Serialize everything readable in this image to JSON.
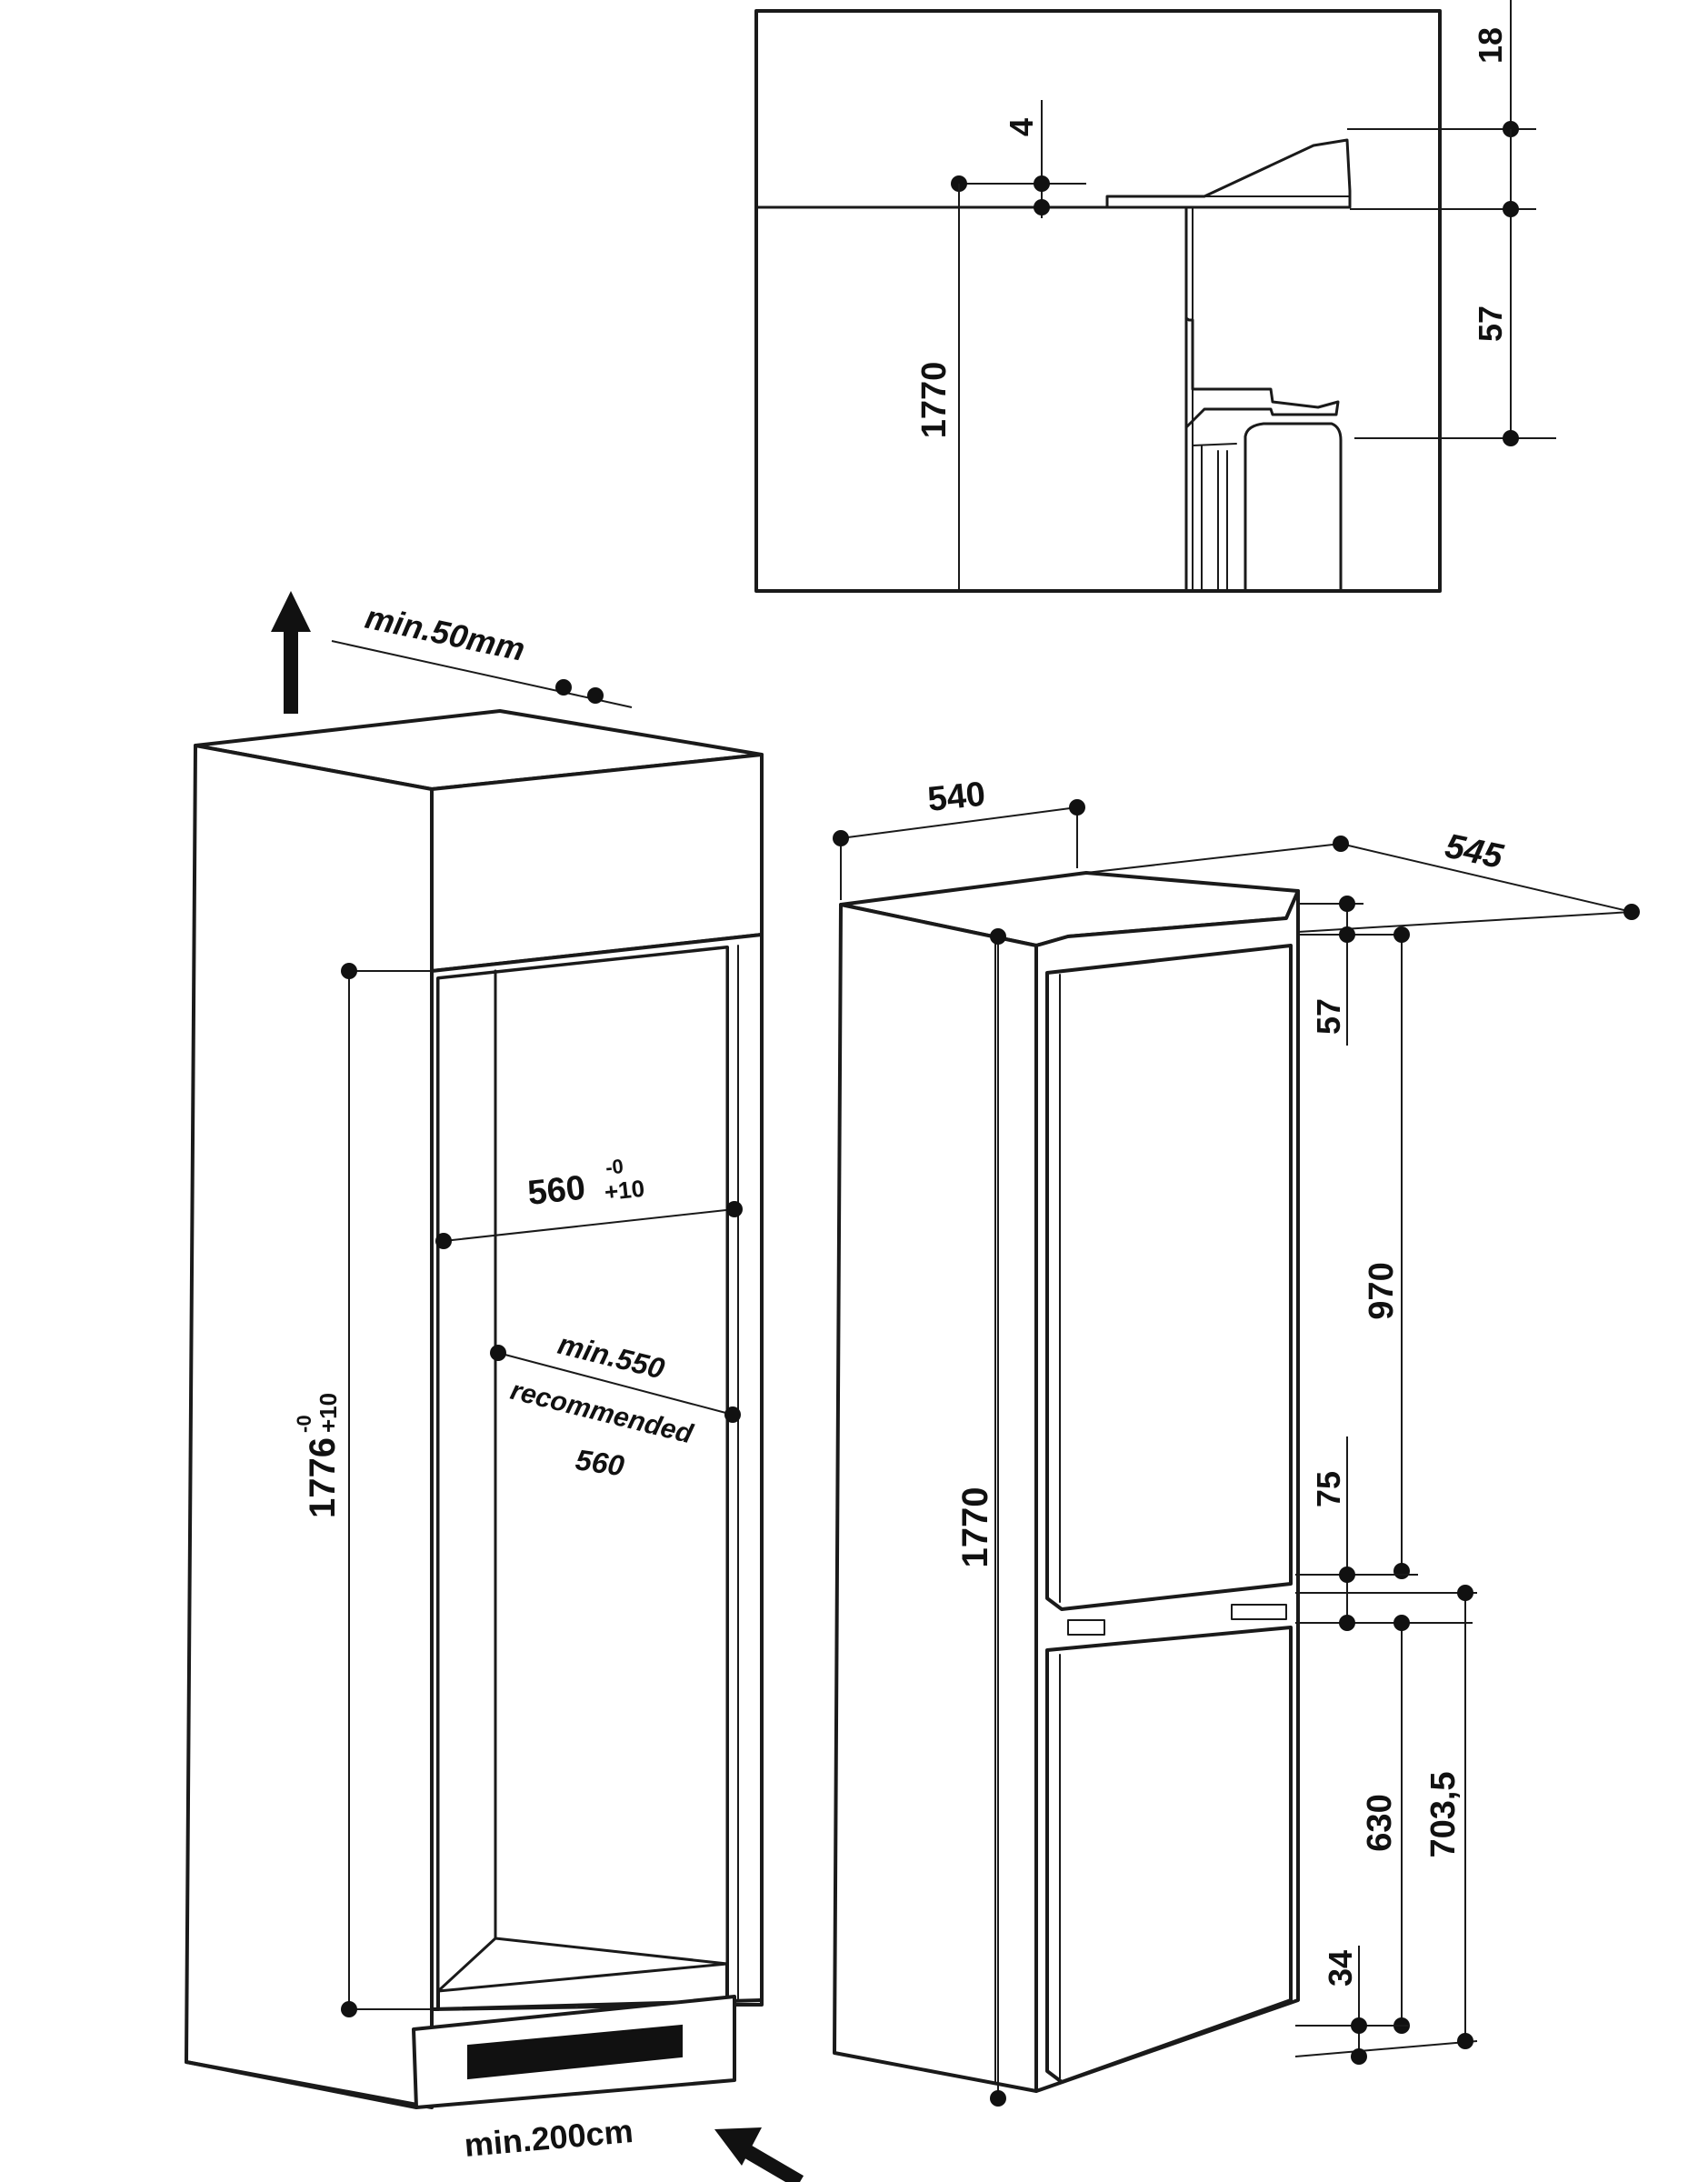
{
  "detail": {
    "top_gap": "18",
    "hinge_offset": "4",
    "height": "1770",
    "door_offset": "57"
  },
  "cabinet": {
    "ventilation_top": "min.50mm",
    "niche_height": "1776",
    "niche_height_tol_upper": "-0",
    "niche_height_tol_lower": "+10",
    "niche_width": "560",
    "niche_width_tol_upper": "-0",
    "niche_width_tol_lower": "+10",
    "depth_min": "min.550",
    "depth_recommended_label": "recommended",
    "depth_recommended_value": "560",
    "ventilation_bottom": "min.200cm"
  },
  "appliance": {
    "width": "540",
    "depth": "545",
    "height": "1770",
    "top_gap": "57",
    "upper_door": "970",
    "door_gap": "75",
    "lower_door": "630",
    "lower_total": "703,5",
    "bottom_gap": "34"
  }
}
